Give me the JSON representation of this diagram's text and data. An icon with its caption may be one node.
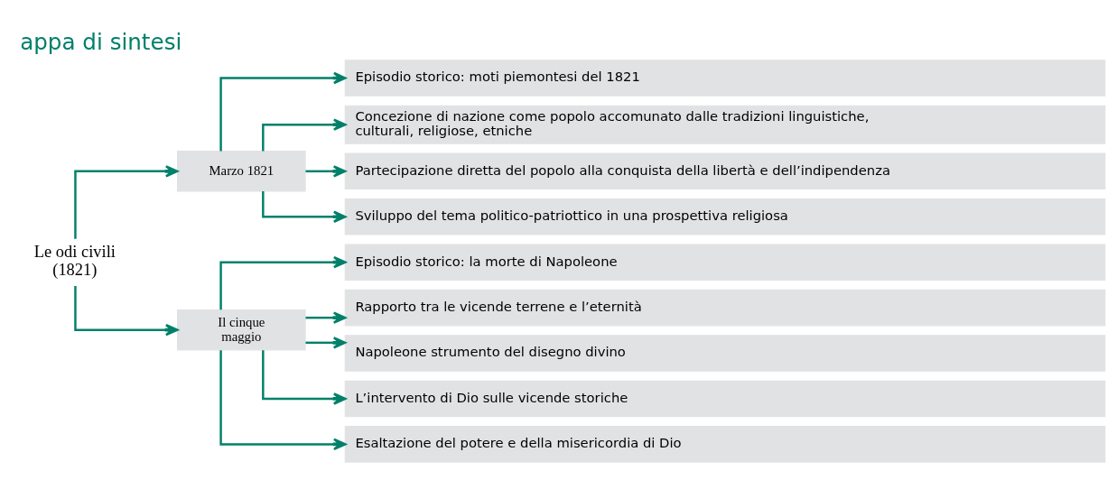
{
  "diagram": {
    "title": "appa di sintesi",
    "nodes": [
      {
        "text": [
          "Le odi civili (1821)"
        ]
      },
      {
        "text": [
          "Marzo 1821"
        ]
      },
      {
        "text": [
          "Episodio storico: moti piemontesi del 1821"
        ]
      },
      {
        "text": [
          "Concezione di nazione come popolo accomunato dalle tradizioni linguistiche, culturali, religiose, etniche"
        ]
      },
      {
        "text": [
          "Partecipazione diretta del popolo alla conquista della libertà e dell’indipendenza"
        ]
      },
      {
        "text": [
          "Sviluppo del tema politico-patriottico in una prospettiva religiosa"
        ]
      },
      {
        "text": [
          "Il cinque maggio"
        ]
      },
      {
        "text": [
          "Episodio storico: la morte di Napoleone"
        ]
      },
      {
        "text": [
          "Rapporto tra le vicende terrene e l’eternità"
        ]
      },
      {
        "text": [
          "Napoleone strumento del disegno divino"
        ]
      },
      {
        "text": [
          "L’intervento di Dio sulle vicende storiche"
        ]
      },
      {
        "text": [
          "Esaltazione del potere e della misericordia di Dio"
        ]
      }
    ],
    "edges": [
      {
        "from": 0,
        "to": 1,
        "arrow": "to"
      },
      {
        "from": 0,
        "to": 6,
        "arrow": "to"
      },
      {
        "from": 1,
        "to": 2,
        "arrow": "to"
      },
      {
        "from": 1,
        "to": 3,
        "arrow": "to"
      },
      {
        "from": 1,
        "to": 4,
        "arrow": "to"
      },
      {
        "from": 1,
        "to": 5,
        "arrow": "to"
      },
      {
        "from": 6,
        "to": 7,
        "arrow": "to"
      },
      {
        "from": 6,
        "to": 8,
        "arrow": "to"
      },
      {
        "from": 6,
        "to": 9,
        "arrow": "to"
      },
      {
        "from": 6,
        "to": 10,
        "arrow": "to"
      },
      {
        "from": 6,
        "to": 11,
        "arrow": "to"
      }
    ]
  }
}
